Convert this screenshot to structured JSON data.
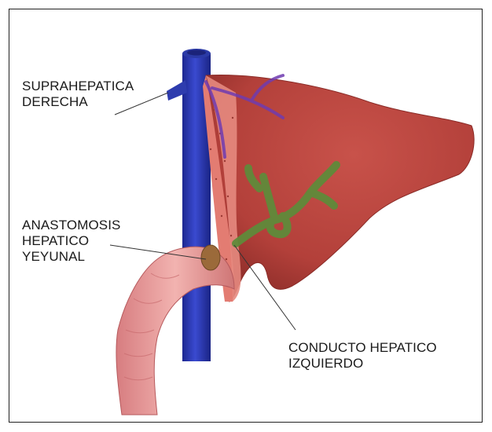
{
  "labels": {
    "suprahepatica": [
      "SUPRAHEPATICA",
      "DERECHA"
    ],
    "anastomosis": [
      "ANASTOMOSIS",
      "HEPATICO",
      "YEYUNAL"
    ],
    "conducto": [
      "CONDUCTO HEPATICO",
      "IZQUIERDO"
    ]
  },
  "colors": {
    "liver": "#b8433b",
    "liver_cut": "#e1786f",
    "vena_cava": "#2a38a8",
    "bile_duct": "#5f8a3a",
    "intestine": "#e89a9a"
  }
}
